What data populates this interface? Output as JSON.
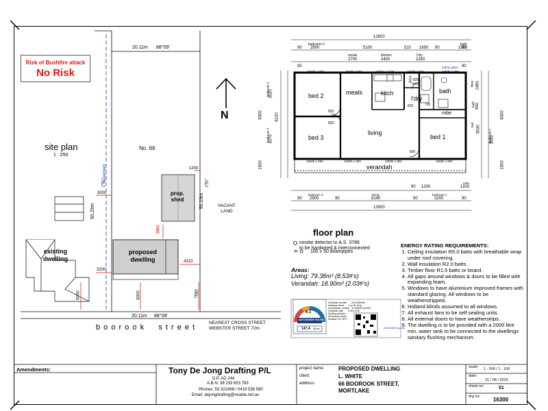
{
  "bushfire": {
    "line1": "Risk of Bushfire attack",
    "line2": "No Risk"
  },
  "site_plan": {
    "title": "site plan",
    "scale": "1 : 250",
    "lot_label": "No. 66",
    "top_dim": "20.11m",
    "top_bearing": "88°09'",
    "bottom_dim": "20.11m",
    "bottom_bearing": "88°09'",
    "left_dim": "50.29m",
    "right_dim": "50.29m",
    "left_small": "1'51\"",
    "right_small": "1'51\"",
    "easement": "easement",
    "easement_dim": "3000",
    "shed_label": "prop.\nshed",
    "shed_dim": "1200",
    "dwelling_label": "proposed\ndwelling",
    "existing_label": "existing\ndwelling",
    "vacant": "VACANT\nLAND",
    "dims": {
      "d3860": "3860",
      "d3200": "3200",
      "d4310": "4310",
      "d6000a": "6000",
      "d6000b": "6000",
      "d7580": "7580"
    },
    "north": "N",
    "street": "b o o r o o k     s t r e e t",
    "cross_street_1": "NEAREST CROSS STREET",
    "cross_street_2": "WEBSTER STREET  72m"
  },
  "floor_plan": {
    "title": "floor plan",
    "total_width": "12600",
    "total_width_bottom": "12600",
    "rooms": {
      "bed2": "bed 2",
      "meals": "meals",
      "kitch": "kitch",
      "lndry": "l'dry",
      "bath": "bath",
      "bed3": "bed 3",
      "living": "living",
      "bed1": "bed 1",
      "verandah": "verandah",
      "robe": "robe",
      "linen": "linen",
      "store": "store"
    },
    "top_dims": {
      "bedroom2": "bedroom 2",
      "bedroom2_v": "2900",
      "meals": "meals",
      "meals_v": "2700",
      "kitchen": "kitchen",
      "kitchen_v": "2400",
      "ldry": "l'dry",
      "ldry_v": "2250",
      "bath": "bath",
      "bath_v": "1900",
      "d90a": "90",
      "d5100": "5100",
      "d510": "510",
      "d1650": "1650",
      "d90b": "90",
      "d90c": "90",
      "d90d": "90",
      "d90e": "90"
    },
    "windows": {
      "w1": "1500h x 900",
      "w2": "1500h x 900",
      "w3": "1000h x 1200",
      "w4": "1000h x 600",
      "w5": "1500h x 900",
      "w6": "1500h x 900",
      "w7": "1500h x 900",
      "w8": "1500h x 900",
      "safety": "safety glass",
      "safety2": "1000h x 900"
    },
    "doors": {
      "d820a": "820",
      "d820b": "820",
      "d820c": "820",
      "d820d": "820",
      "d720": "720",
      "d820e": "820"
    },
    "left_dims": {
      "d6300": "6300",
      "d6120": "6120",
      "d1500": "1500",
      "bedroom3": "bedroom 3",
      "b3_v": "3020",
      "bedroom3b": "bedroom 3",
      "b3b_v": "3070"
    },
    "right_dims": {
      "d6300": "6300",
      "d1500": "1500",
      "lndr": "linen",
      "lndr_v": "1460",
      "bath2": "bath",
      "bath2_v": "950",
      "hall": "hall",
      "hall_v": "3530",
      "bedroom1": "bedroom 1",
      "b1_v": "3530"
    },
    "bottom_dims": {
      "bedroom3": "bedroom 3",
      "bedroom3_v": "2900",
      "living": "living",
      "living_v": "6140",
      "bedroom1": "bedroom 1",
      "bedroom1_v": "3200",
      "robe": "robe",
      "robe_v": "1910",
      "d1200": "1200",
      "d90a": "90",
      "d90b": "90",
      "d90c": "90",
      "d90d": "90",
      "d90e": "90"
    },
    "legend": {
      "smoke1": "smoke detector to A.S. 3786",
      "smoke2": "to be hardwired & interconnected",
      "dp": "100 x 50 downpipes",
      "dp_sym": "dp"
    },
    "areas": {
      "title": "Areas:",
      "living": "Living: 79.38m² (8.53#'s)",
      "verandah": "Verandah: 18.90m² (2.03#'s)"
    }
  },
  "energy": {
    "heading": "ENERGY RATING REQUIREMENTS:",
    "items": [
      "Ceiling insulation R5.0 batts with breathable wrap under roof covering.",
      "Wall insulation R2.0 batts.",
      "Timber floor R1.5 batts or board.",
      "All gaps around windows & doors to be filled with expanding foam.",
      "Windows to have aluminium improved frames with standard glazing. All windows to be weatherstripped.",
      "Holland blinds assumed to all windows.",
      "All exhaust fans to be self sealing units.",
      "All external doors to have weatherstrips.",
      "The dwelling is to be provided with a 2000 litre min. water tank to be connected to the dwellings sanitary flushing mechanism."
    ]
  },
  "nathers": {
    "rating": "6.1",
    "brand": "NATIONWIDE HOUSE",
    "mj": "147.4",
    "sub": "MJ/m²",
    "cert": "Certificate Number",
    "cert_v": "BN-BQRZM6",
    "assessor": "Assessor Name",
    "assessor_v": "Leo De Jong",
    "accred": "Accreditation number",
    "accred_v": "VIC/BDAV/14/1534",
    "date": "Certificate date",
    "date_v": "6 Sep 2016",
    "address": "Dwelling address",
    "address_v": "66 Boorook Street, Mortlake VIC 3272",
    "url": "www.nathers.gov.au"
  },
  "title_block": {
    "amendments": "Amendments:",
    "company": "Tony De Jong Drafting P/L",
    "dp": "D.P. AD 244",
    "abn": "A.B.N: 38 233 653 783",
    "phones": "Phones: 53 322468 / 0419 538 580",
    "email": "Email: dejongdrafting@ncable.net.au",
    "project_name_label": "project name:",
    "project_name": "PROPOSED DWELLING",
    "client_label": "client:",
    "client": "L. WHITE",
    "address_label": "address:",
    "address1": "66 BOOROOK STREET,",
    "address2": "MORTLAKE",
    "scale_label": "scale:",
    "scale": "1 : 500 / 1 : 100",
    "date_label": "date:",
    "date": "31 / 08 / 2016",
    "sheet_label": "sheet no:",
    "sheet": "01",
    "drg_label": "drg no:",
    "drg": "16300"
  },
  "colors": {
    "red": "#e11",
    "dash": "#1a34c9",
    "grey": "#bdbdbd"
  }
}
